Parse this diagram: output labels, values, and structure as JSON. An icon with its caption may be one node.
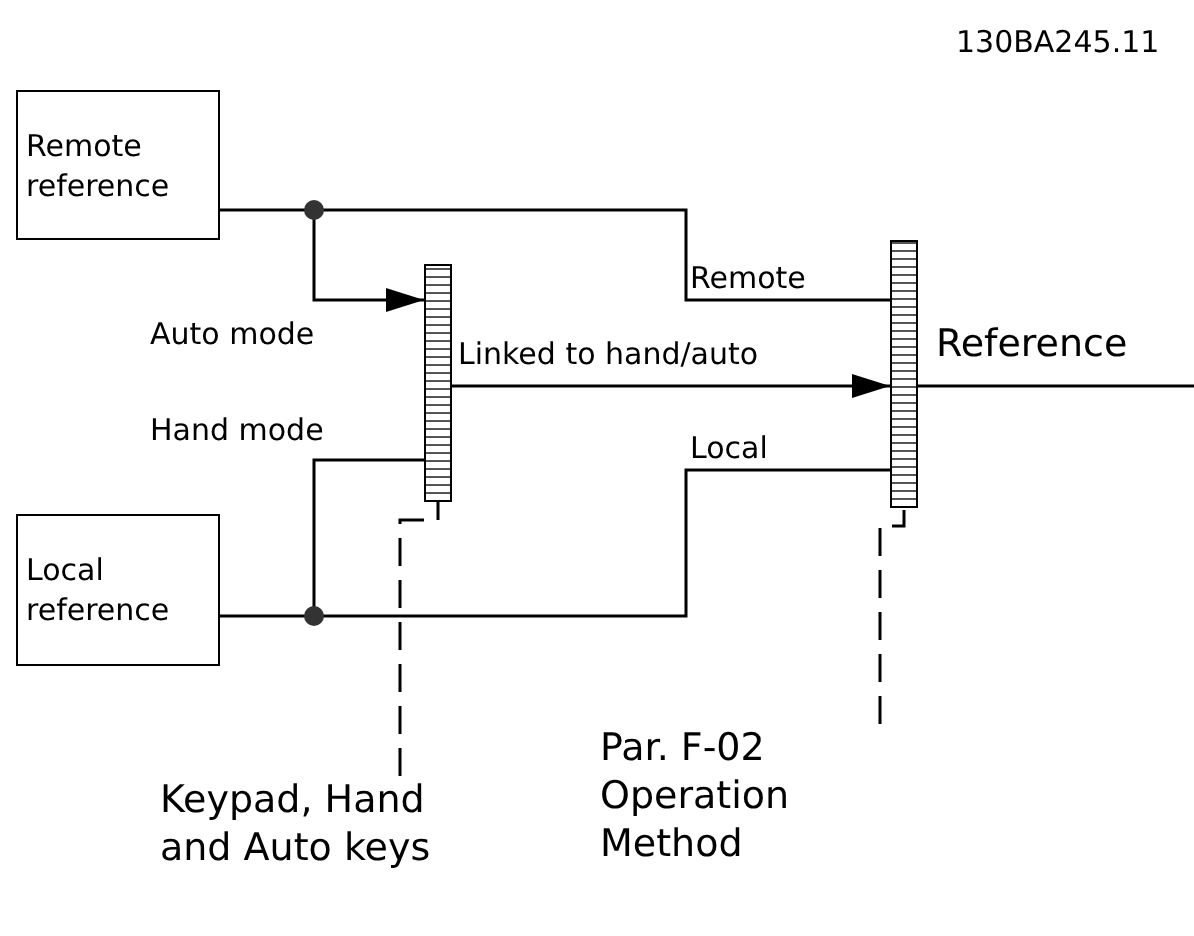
{
  "diagram": {
    "nodes": [
      {
        "text": [
          "Remote reference"
        ]
      },
      {
        "text": [
          "Local reference"
        ]
      },
      {
        "text": [],
        "shape": "bar"
      },
      {
        "text": [],
        "shape": "bar"
      },
      {
        "text": [
          "Keypad, Hand and Auto keys"
        ]
      },
      {
        "text": [
          "Par. F-02 Operation Method"
        ]
      }
    ],
    "edges": [
      {
        "from": 0,
        "to": 3,
        "arrow": "none",
        "label": "Remote"
      },
      {
        "from": 0,
        "to": 2,
        "arrow": "to"
      },
      {
        "from": 1,
        "to": 2,
        "arrow": "none"
      },
      {
        "from": 1,
        "to": 3,
        "arrow": "none",
        "label": "Local"
      },
      {
        "from": 2,
        "to": 3,
        "arrow": "to",
        "label": "Linked to hand/auto"
      },
      {
        "from": 3,
        "to": null,
        "arrow": "none",
        "label": "Reference"
      },
      {
        "from": 4,
        "to": 2,
        "arrow": "none",
        "style": "dashed"
      },
      {
        "from": 5,
        "to": 3,
        "arrow": "none",
        "style": "dashed"
      }
    ],
    "labels": [
      "130BA245.11",
      "Auto mode",
      "Hand mode"
    ]
  }
}
